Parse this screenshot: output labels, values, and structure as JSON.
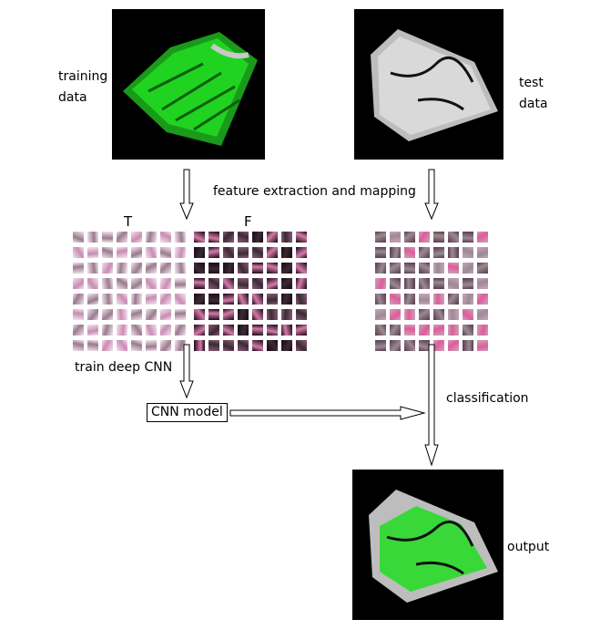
{
  "labels": {
    "training_data": [
      "training",
      "data"
    ],
    "test_data": [
      "test",
      "data"
    ],
    "feature_step": "feature extraction and mapping",
    "true_set": "T",
    "false_set": "F",
    "train_step": "train deep CNN",
    "model": "CNN model",
    "classification_step": "classification",
    "output": "output"
  },
  "colors": {
    "vegetation_points": "#22dd22",
    "ground_points": "#d8d8d8",
    "panel_background": "#000000",
    "positive_sample_tint": "#d9a7c7",
    "negative_sample_tint": "#1a0a14"
  },
  "tiles": {
    "true_samples": {
      "rows": 8,
      "cols": 8,
      "tone": "light"
    },
    "false_samples": {
      "rows": 8,
      "cols": 8,
      "tone": "dark"
    },
    "test_samples": {
      "rows": 8,
      "cols": 8,
      "tone": "mixed"
    }
  }
}
